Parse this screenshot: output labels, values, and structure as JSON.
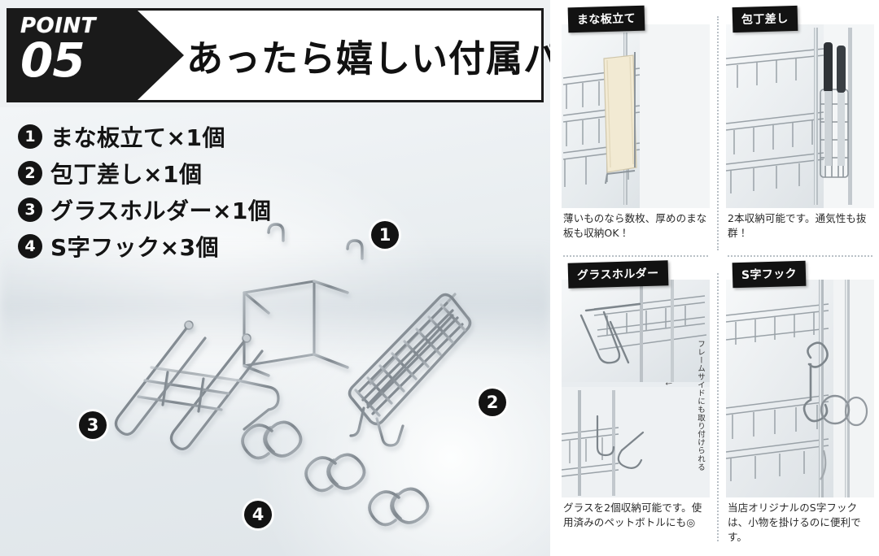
{
  "header": {
    "point_word": "POINT",
    "point_number": "05",
    "title": "あったら嬉しい付属パーツ"
  },
  "parts_list": [
    {
      "number": "1",
      "label": "まな板立て×1個"
    },
    {
      "number": "2",
      "label": "包丁差し×1個"
    },
    {
      "number": "3",
      "label": "グラスホルダー×1個"
    },
    {
      "number": "4",
      "label": "S字フック×3個"
    }
  ],
  "callouts": [
    {
      "number": "1",
      "refers_to": "まな板立て"
    },
    {
      "number": "2",
      "refers_to": "包丁差し"
    },
    {
      "number": "3",
      "refers_to": "グラスホルダー"
    },
    {
      "number": "4",
      "refers_to": "S字フック"
    }
  ],
  "photos": [
    {
      "tag": "まな板立て",
      "caption": "薄いものなら数枚、厚めのまな板も収納OK！"
    },
    {
      "tag": "包丁差し",
      "caption": "2本収納可能です。通気性も抜群！"
    },
    {
      "tag": "グラスホルダー",
      "caption": "グラスを2個収納可能です。使用済みのペットボトルにも◎",
      "vertical_note": "フレームサイドにも取り付けられる",
      "note_arrow": "←"
    },
    {
      "tag": "S字フック",
      "caption": "当店オリジナルのS字フックは、小物を掛けるのに便利です。"
    }
  ],
  "colors": {
    "ink": "#141414",
    "panel_bg": "#eef1f3",
    "page_bg": "#ffffff",
    "wire": "#8d949a",
    "separator": "#b9c0c6"
  }
}
